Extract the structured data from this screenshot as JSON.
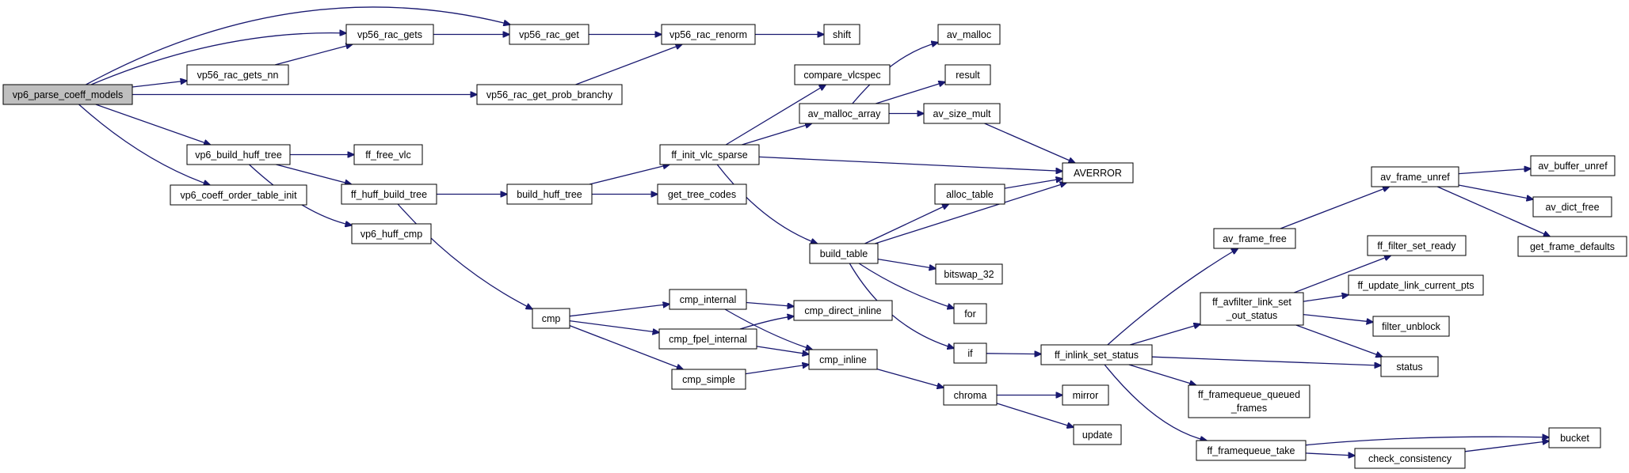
{
  "graph": {
    "nodes": [
      {
        "id": "vp6_parse_coeff_models",
        "label": "vp6_parse_coeff_models",
        "style": "root"
      },
      {
        "id": "vp56_rac_gets",
        "label": "vp56_rac_gets",
        "style": "normal"
      },
      {
        "id": "vp56_rac_get",
        "label": "vp56_rac_get",
        "style": "normal"
      },
      {
        "id": "vp56_rac_renorm",
        "label": "vp56_rac_renorm",
        "style": "normal"
      },
      {
        "id": "shift",
        "label": "shift",
        "style": "normal"
      },
      {
        "id": "vp56_rac_gets_nn",
        "label": "vp56_rac_gets_nn",
        "style": "normal"
      },
      {
        "id": "vp56_rac_get_prob_branchy",
        "label": "vp56_rac_get_prob_branchy",
        "style": "normal"
      },
      {
        "id": "vp6_build_huff_tree",
        "label": "vp6_build_huff_tree",
        "style": "normal"
      },
      {
        "id": "vp6_coeff_order_table_init",
        "label": "vp6_coeff_order_table_init",
        "style": "normal"
      },
      {
        "id": "ff_free_vlc",
        "label": "ff_free_vlc",
        "style": "normal"
      },
      {
        "id": "ff_huff_build_tree",
        "label": "ff_huff_build_tree",
        "style": "normal"
      },
      {
        "id": "vp6_huff_cmp",
        "label": "vp6_huff_cmp",
        "style": "normal"
      },
      {
        "id": "build_huff_tree",
        "label": "build_huff_tree",
        "style": "normal"
      },
      {
        "id": "get_tree_codes",
        "label": "get_tree_codes",
        "style": "normal"
      },
      {
        "id": "ff_init_vlc_sparse",
        "label": "ff_init_vlc_sparse",
        "style": "normal"
      },
      {
        "id": "compare_vlcspec",
        "label": "compare_vlcspec",
        "style": "normal"
      },
      {
        "id": "av_malloc_array",
        "label": "av_malloc_array",
        "style": "normal"
      },
      {
        "id": "av_malloc",
        "label": "av_malloc",
        "style": "normal"
      },
      {
        "id": "result",
        "label": "result",
        "style": "normal"
      },
      {
        "id": "av_size_mult",
        "label": "av_size_mult",
        "style": "normal"
      },
      {
        "id": "AVERROR",
        "label": "AVERROR",
        "style": "normal"
      },
      {
        "id": "alloc_table",
        "label": "alloc_table",
        "style": "normal"
      },
      {
        "id": "build_table",
        "label": "build_table",
        "style": "normal"
      },
      {
        "id": "bitswap_32",
        "label": "bitswap_32",
        "style": "normal"
      },
      {
        "id": "for",
        "label": "for",
        "style": "normal"
      },
      {
        "id": "if",
        "label": "if",
        "style": "normal"
      },
      {
        "id": "cmp",
        "label": "cmp",
        "style": "normal"
      },
      {
        "id": "cmp_internal",
        "label": "cmp_internal",
        "style": "normal"
      },
      {
        "id": "cmp_fpel_internal",
        "label": "cmp_fpel_internal",
        "style": "normal"
      },
      {
        "id": "cmp_simple",
        "label": "cmp_simple",
        "style": "normal"
      },
      {
        "id": "cmp_direct_inline",
        "label": "cmp_direct_inline",
        "style": "normal"
      },
      {
        "id": "cmp_inline",
        "label": "cmp_inline",
        "style": "normal"
      },
      {
        "id": "chroma",
        "label": "chroma",
        "style": "normal"
      },
      {
        "id": "mirror",
        "label": "mirror",
        "style": "normal"
      },
      {
        "id": "update",
        "label": "update",
        "style": "normal"
      },
      {
        "id": "ff_inlink_set_status",
        "label": "ff_inlink_set_status",
        "style": "normal"
      },
      {
        "id": "av_frame_free",
        "label": "av_frame_free",
        "style": "normal"
      },
      {
        "id": "ff_avfilter_link_set_out_status",
        "label": "ff_avfilter_link_set",
        "label2": "_out_status",
        "style": "normal"
      },
      {
        "id": "ff_framequeue_queued_frames",
        "label": "ff_framequeue_queued",
        "label2": "_frames",
        "style": "normal"
      },
      {
        "id": "ff_framequeue_take",
        "label": "ff_framequeue_take",
        "style": "normal"
      },
      {
        "id": "check_consistency",
        "label": "check_consistency",
        "style": "normal"
      },
      {
        "id": "bucket",
        "label": "bucket",
        "style": "normal"
      },
      {
        "id": "status",
        "label": "status",
        "style": "normal"
      },
      {
        "id": "filter_unblock",
        "label": "filter_unblock",
        "style": "normal"
      },
      {
        "id": "ff_update_link_current_pts",
        "label": "ff_update_link_current_pts",
        "style": "red"
      },
      {
        "id": "ff_filter_set_ready",
        "label": "ff_filter_set_ready",
        "style": "normal"
      },
      {
        "id": "av_frame_unref",
        "label": "av_frame_unref",
        "style": "red"
      },
      {
        "id": "av_buffer_unref",
        "label": "av_buffer_unref",
        "style": "red"
      },
      {
        "id": "av_dict_free",
        "label": "av_dict_free",
        "style": "normal"
      },
      {
        "id": "get_frame_defaults",
        "label": "get_frame_defaults",
        "style": "normal"
      }
    ],
    "edges": [
      [
        "vp6_parse_coeff_models",
        "vp56_rac_get"
      ],
      [
        "vp6_parse_coeff_models",
        "vp56_rac_gets"
      ],
      [
        "vp6_parse_coeff_models",
        "vp56_rac_gets_nn"
      ],
      [
        "vp6_parse_coeff_models",
        "vp56_rac_get_prob_branchy"
      ],
      [
        "vp6_parse_coeff_models",
        "vp6_build_huff_tree"
      ],
      [
        "vp6_parse_coeff_models",
        "vp6_coeff_order_table_init"
      ],
      [
        "vp56_rac_gets",
        "vp56_rac_get"
      ],
      [
        "vp56_rac_gets_nn",
        "vp56_rac_gets"
      ],
      [
        "vp56_rac_get",
        "vp56_rac_renorm"
      ],
      [
        "vp56_rac_get_prob_branchy",
        "vp56_rac_renorm"
      ],
      [
        "vp56_rac_renorm",
        "shift"
      ],
      [
        "vp6_build_huff_tree",
        "ff_free_vlc"
      ],
      [
        "vp6_build_huff_tree",
        "ff_huff_build_tree"
      ],
      [
        "vp6_build_huff_tree",
        "vp6_huff_cmp"
      ],
      [
        "ff_huff_build_tree",
        "build_huff_tree"
      ],
      [
        "ff_huff_build_tree",
        "cmp"
      ],
      [
        "build_huff_tree",
        "ff_init_vlc_sparse"
      ],
      [
        "build_huff_tree",
        "get_tree_codes"
      ],
      [
        "ff_init_vlc_sparse",
        "compare_vlcspec"
      ],
      [
        "ff_init_vlc_sparse",
        "av_malloc_array"
      ],
      [
        "ff_init_vlc_sparse",
        "AVERROR"
      ],
      [
        "ff_init_vlc_sparse",
        "build_table"
      ],
      [
        "av_malloc_array",
        "av_malloc"
      ],
      [
        "av_malloc_array",
        "result"
      ],
      [
        "av_malloc_array",
        "av_size_mult"
      ],
      [
        "av_size_mult",
        "AVERROR"
      ],
      [
        "alloc_table",
        "AVERROR"
      ],
      [
        "build_table",
        "alloc_table"
      ],
      [
        "build_table",
        "AVERROR"
      ],
      [
        "build_table",
        "bitswap_32"
      ],
      [
        "build_table",
        "for"
      ],
      [
        "build_table",
        "if"
      ],
      [
        "if",
        "ff_inlink_set_status"
      ],
      [
        "cmp",
        "cmp_internal"
      ],
      [
        "cmp",
        "cmp_fpel_internal"
      ],
      [
        "cmp",
        "cmp_simple"
      ],
      [
        "cmp_internal",
        "cmp_direct_inline"
      ],
      [
        "cmp_internal",
        "cmp_inline"
      ],
      [
        "cmp_fpel_internal",
        "cmp_direct_inline"
      ],
      [
        "cmp_fpel_internal",
        "cmp_inline"
      ],
      [
        "cmp_simple",
        "cmp_inline"
      ],
      [
        "cmp_inline",
        "chroma"
      ],
      [
        "chroma",
        "mirror"
      ],
      [
        "chroma",
        "update"
      ],
      [
        "ff_inlink_set_status",
        "av_frame_free"
      ],
      [
        "ff_inlink_set_status",
        "ff_avfilter_link_set_out_status"
      ],
      [
        "ff_inlink_set_status",
        "status"
      ],
      [
        "ff_inlink_set_status",
        "ff_framequeue_queued_frames"
      ],
      [
        "ff_inlink_set_status",
        "ff_framequeue_take"
      ],
      [
        "av_frame_free",
        "av_frame_unref"
      ],
      [
        "av_frame_unref",
        "av_buffer_unref"
      ],
      [
        "av_frame_unref",
        "av_dict_free"
      ],
      [
        "av_frame_unref",
        "get_frame_defaults"
      ],
      [
        "ff_avfilter_link_set_out_status",
        "ff_filter_set_ready"
      ],
      [
        "ff_avfilter_link_set_out_status",
        "ff_update_link_current_pts"
      ],
      [
        "ff_avfilter_link_set_out_status",
        "filter_unblock"
      ],
      [
        "ff_avfilter_link_set_out_status",
        "status"
      ],
      [
        "ff_framequeue_take",
        "bucket"
      ],
      [
        "ff_framequeue_take",
        "check_consistency"
      ],
      [
        "check_consistency",
        "bucket"
      ]
    ],
    "colors": {
      "edge": "#191970",
      "root_fill": "#bfbfbf",
      "node_fill": "#ffffff",
      "node_border": "#000000",
      "red_border": "#ff0000"
    }
  }
}
